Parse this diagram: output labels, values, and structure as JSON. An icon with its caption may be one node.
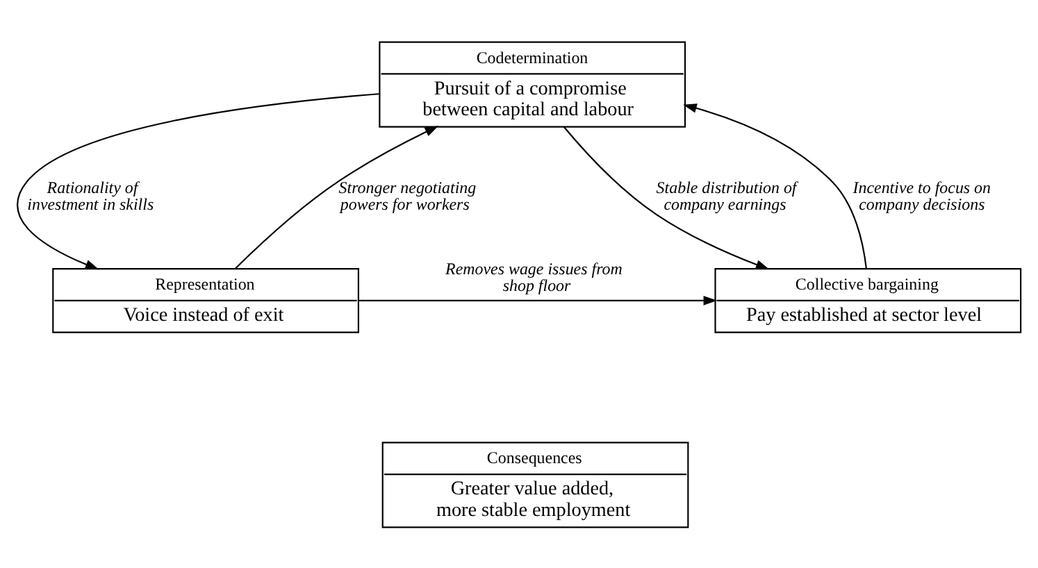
{
  "diagram": {
    "nodes": [
      {
        "text": [
          "Codetermination",
          "Pursuit of a compromise between capital and labour"
        ]
      },
      {
        "text": [
          "Representation",
          "Voice instead of exit"
        ]
      },
      {
        "text": [
          "Collective bargaining",
          "Pay established at sector level"
        ]
      },
      {
        "text": [
          "Consequences",
          "Greater value added, more stable employment"
        ]
      }
    ],
    "edges": [
      {
        "from": 0,
        "to": 1,
        "arrow": "to",
        "label": "Rationality of investment in skills"
      },
      {
        "from": 1,
        "to": 0,
        "arrow": "to",
        "label": "Stronger negotiating powers for workers"
      },
      {
        "from": 0,
        "to": 2,
        "arrow": "to",
        "label": "Stable distribution of company earnings"
      },
      {
        "from": 2,
        "to": 0,
        "arrow": "to",
        "label": "Incentive to focus on company decisions"
      },
      {
        "from": 1,
        "to": 2,
        "arrow": "to",
        "label": "Removes wage issues from shop floor"
      }
    ]
  }
}
